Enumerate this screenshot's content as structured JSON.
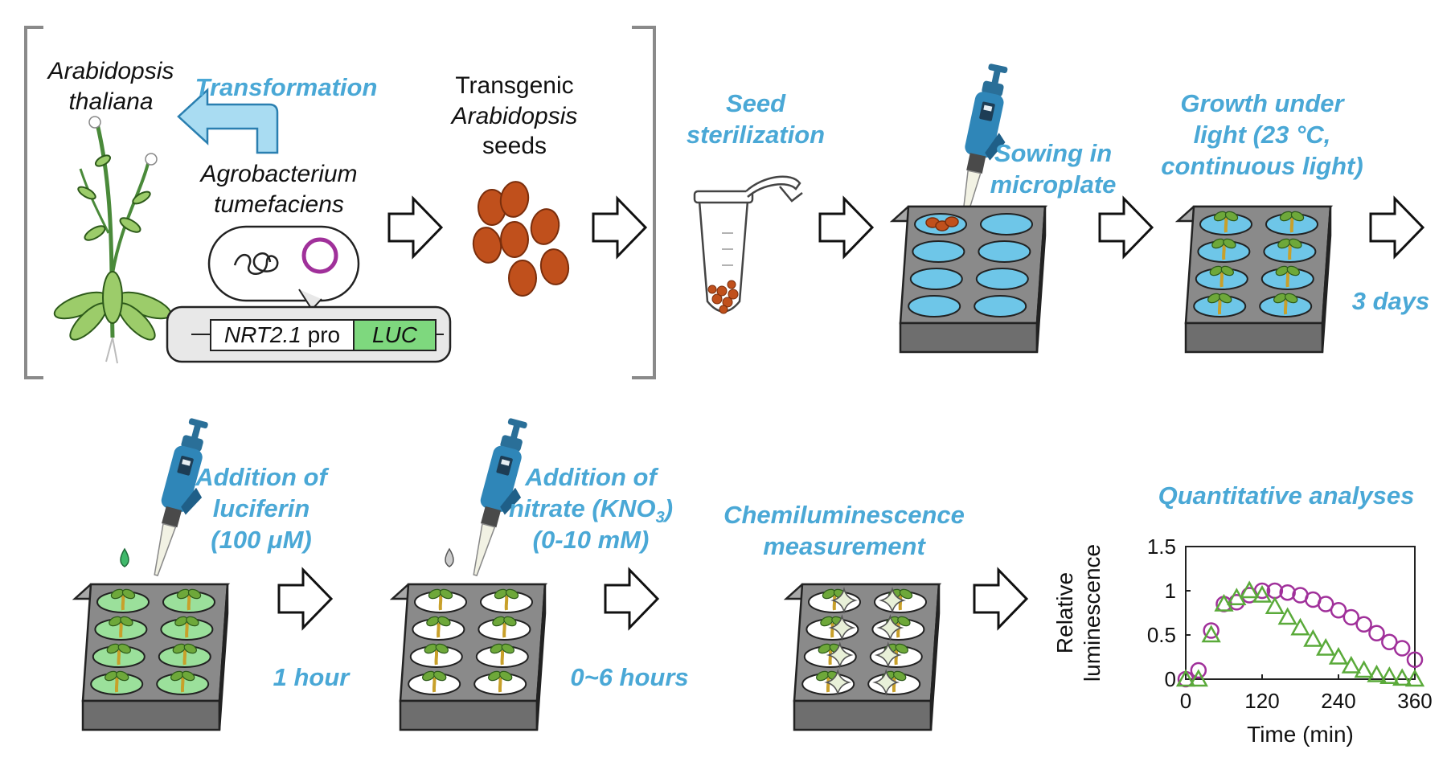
{
  "top": {
    "plant_label_1": "Arabidopsis",
    "plant_label_2": "thaliana",
    "transformation": "Transformation",
    "agro_1": "Agrobacterium",
    "agro_2": "tumefaciens",
    "construct_promoter_gene": "NRT2.1",
    "construct_promoter_word": " pro",
    "construct_reporter": "LUC",
    "seeds_1": "Transgenic",
    "seeds_2": "Arabidopsis",
    "seeds_3": "seeds",
    "sterilization_1": "Seed",
    "sterilization_2": "sterilization",
    "sowing_1": "Sowing in",
    "sowing_2": "microplate",
    "growth_1": "Growth under",
    "growth_2": "light  (23 °C,",
    "growth_3": "continuous light)",
    "days": "3 days"
  },
  "bottom": {
    "luciferin_1": "Addition of",
    "luciferin_2": "luciferin",
    "luciferin_3": "(100 μM)",
    "hour": "1 hour",
    "nitrate_1": "Addition of",
    "nitrate_2": "nitrate (KNO",
    "nitrate_sub": "3",
    "nitrate_close": ")",
    "nitrate_3": "(0-10 mM)",
    "hours": "0~6 hours",
    "chemi_1": "Chemiluminescence",
    "chemi_2": "measurement",
    "quant": "Quantitative analyses"
  },
  "colors": {
    "accent": "#4aa8d6",
    "well_water": "#6ec6e8",
    "well_luciferin": "#9be09b",
    "plate": "#8a8a8a",
    "luc_box": "#7ed87e",
    "plasmid": "#a0309a",
    "seed": "#c0501c",
    "series_a": "#a0309a",
    "series_b": "#5aaa3a"
  },
  "chart_data": {
    "type": "scatter",
    "xlabel": "Time (min)",
    "ylabel": "Relative luminescence",
    "xlim": [
      0,
      360
    ],
    "ylim": [
      0,
      1.5
    ],
    "xticks": [
      0,
      120,
      240,
      360
    ],
    "yticks": [
      0,
      0.5,
      1,
      1.5
    ],
    "ytick_labels": [
      "0",
      "0.5",
      "1",
      "1.5"
    ],
    "series": [
      {
        "marker": "circle",
        "color": "#a0309a",
        "x": [
          0,
          20,
          40,
          60,
          80,
          100,
          120,
          140,
          160,
          180,
          200,
          220,
          240,
          260,
          280,
          300,
          320,
          340,
          360
        ],
        "y": [
          0.0,
          0.1,
          0.55,
          0.85,
          0.87,
          0.95,
          1.0,
          1.0,
          0.98,
          0.95,
          0.9,
          0.85,
          0.78,
          0.7,
          0.62,
          0.52,
          0.42,
          0.35,
          0.22
        ]
      },
      {
        "marker": "triangle",
        "color": "#5aaa3a",
        "x": [
          0,
          20,
          40,
          60,
          80,
          100,
          120,
          140,
          160,
          180,
          200,
          220,
          240,
          260,
          280,
          300,
          320,
          340,
          360
        ],
        "y": [
          0.0,
          0.0,
          0.5,
          0.85,
          0.92,
          1.0,
          0.95,
          0.82,
          0.7,
          0.58,
          0.45,
          0.35,
          0.25,
          0.15,
          0.1,
          0.05,
          0.03,
          0.01,
          0.0
        ]
      }
    ]
  }
}
